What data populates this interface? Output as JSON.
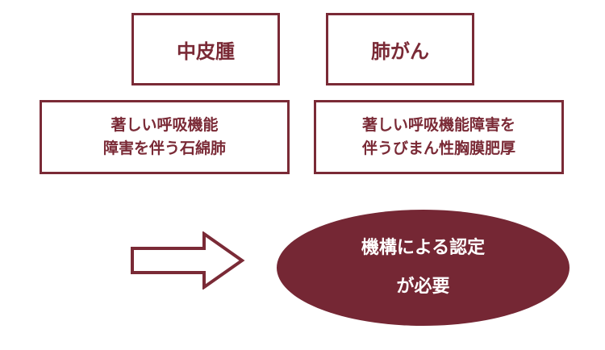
{
  "top_boxes": {
    "mesothelioma": "中皮腫",
    "lung_cancer": "肺がん"
  },
  "detail_boxes": {
    "asbestosis": {
      "line1": "著しい呼吸機能",
      "line2": "障害を伴う石綿肺"
    },
    "pleural": {
      "line1": "著しい呼吸機能障害を",
      "line2": "伴うびまん性胸膜肥厚"
    }
  },
  "conclusion": {
    "line1": "機構による認定",
    "line2": "が必要"
  },
  "colors": {
    "accent": "#7a2a36",
    "ellipse_fill": "#752734"
  },
  "icons": {
    "arrow": "right-arrow-icon"
  }
}
